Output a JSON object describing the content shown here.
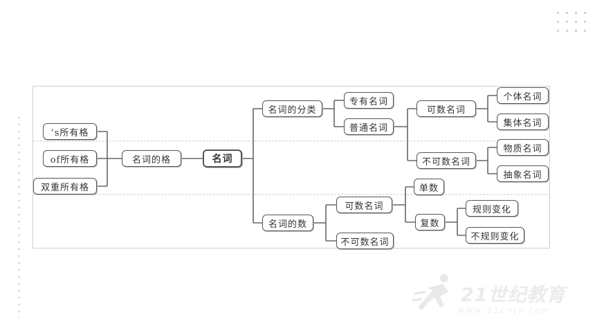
{
  "diagram": {
    "root": "名词",
    "possessive": {
      "label": "名词的格",
      "items": [
        "’s所有格",
        "of所有格",
        "双重所有格"
      ]
    },
    "classification": {
      "label": "名词的分类",
      "proper": "专有名词",
      "common": "普通名词",
      "countable": {
        "label": "可数名词",
        "items": [
          "个体名词",
          "集体名词"
        ]
      },
      "uncountable": {
        "label": "不可数名词",
        "items": [
          "物质名词",
          "抽象名词"
        ]
      }
    },
    "number": {
      "label": "名词的数",
      "countable": "可数名词",
      "uncountable": "不可数名词",
      "singular": "单数",
      "plural": {
        "label": "复数",
        "items": [
          "规则变化",
          "不规则变化"
        ]
      }
    }
  },
  "watermark": {
    "brand": "21世纪教育",
    "url": "www.21cnjy.com"
  },
  "colors": {
    "node_border": "#555555",
    "line": "#666666",
    "frame": "#cfcfcf"
  }
}
